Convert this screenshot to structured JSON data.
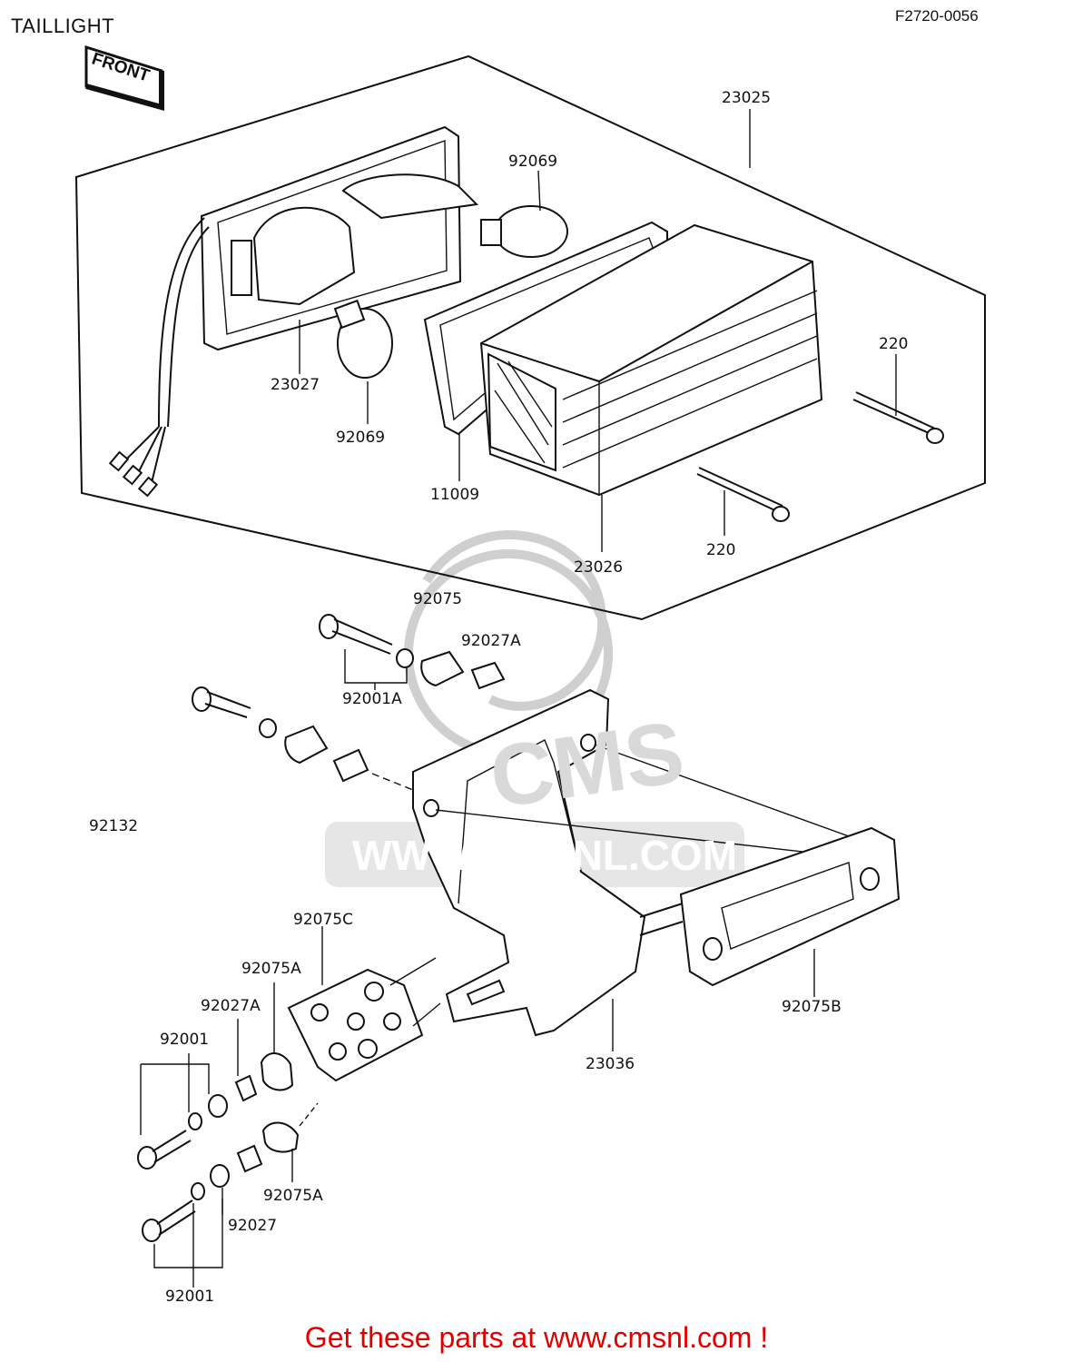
{
  "title": "TAILLIGHT",
  "diagram_code": "F2720-0056",
  "front_tag": "FRONT",
  "watermark": {
    "brand": "CMS",
    "url": "WWW.CMSNL.COM"
  },
  "footer": "Get these parts at www.cmsnl.com !",
  "parts": [
    {
      "id": "p23025",
      "number": "23025"
    },
    {
      "id": "p92069a",
      "number": "92069"
    },
    {
      "id": "p23027",
      "number": "23027"
    },
    {
      "id": "p92069b",
      "number": "92069"
    },
    {
      "id": "p11009",
      "number": "11009"
    },
    {
      "id": "p23026",
      "number": "23026"
    },
    {
      "id": "p220a",
      "number": "220"
    },
    {
      "id": "p220b",
      "number": "220"
    },
    {
      "id": "p92075",
      "number": "92075"
    },
    {
      "id": "p92027A",
      "number": "92027A"
    },
    {
      "id": "p92001A",
      "number": "92001A"
    },
    {
      "id": "p92132",
      "number": "92132"
    },
    {
      "id": "p92075C",
      "number": "92075C"
    },
    {
      "id": "p92075A_top",
      "number": "92075A"
    },
    {
      "id": "p92027A_b",
      "number": "92027A"
    },
    {
      "id": "p92001_top",
      "number": "92001"
    },
    {
      "id": "p92075A_bot",
      "number": "92075A"
    },
    {
      "id": "p92027",
      "number": "92027"
    },
    {
      "id": "p92001_bot",
      "number": "92001"
    },
    {
      "id": "p23036",
      "number": "23036"
    },
    {
      "id": "p92075B",
      "number": "92075B"
    }
  ]
}
